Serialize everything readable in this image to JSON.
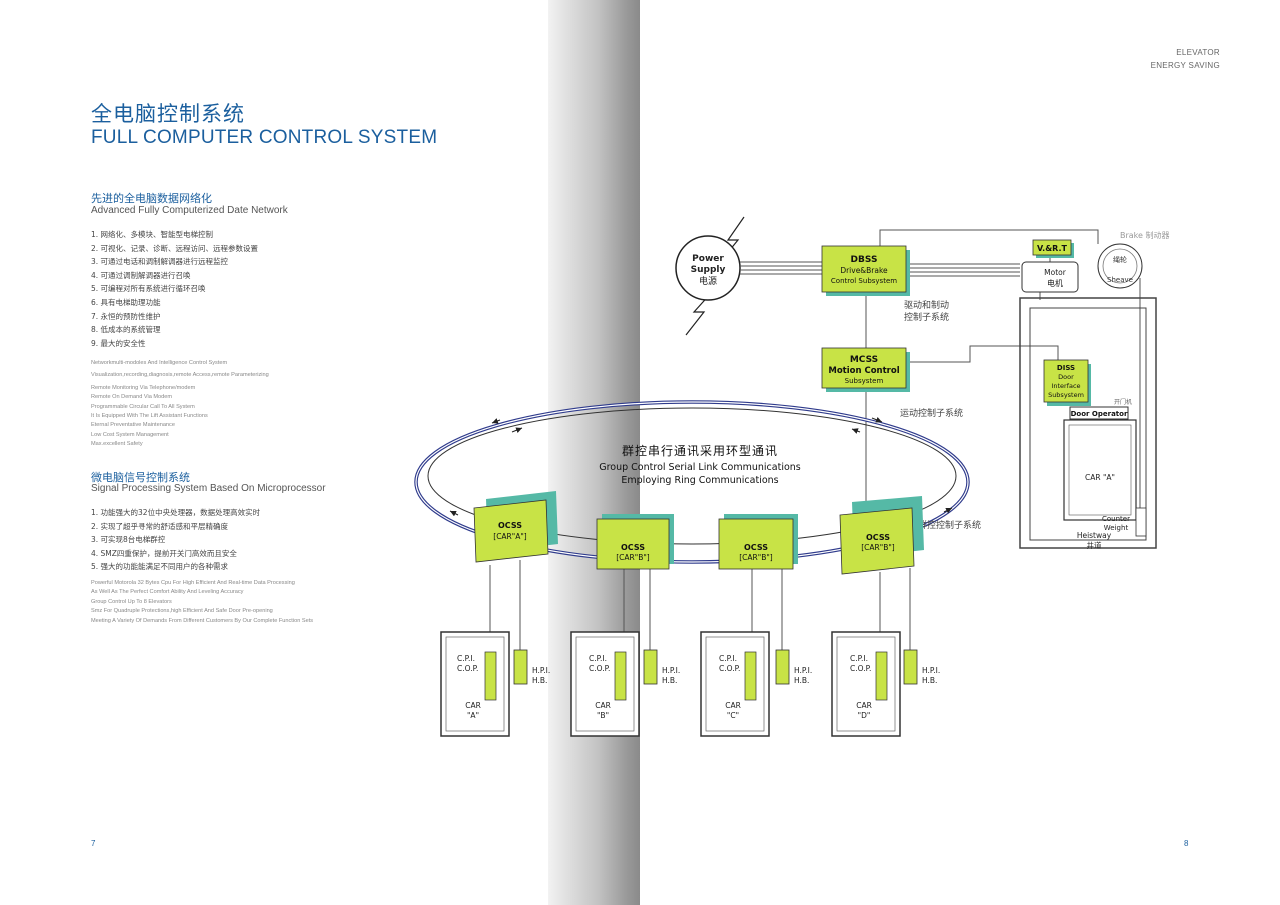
{
  "header": {
    "corner_line1": "ELEVATOR",
    "corner_line2": "ENERGY SAVING",
    "title_cn": "全电脑控制系统",
    "title_en": "FULL COMPUTER CONTROL SYSTEM"
  },
  "section1": {
    "title_cn": "先进的全电脑数据网络化",
    "title_en": "Advanced Fully Computerized Date Network",
    "items_cn": [
      "1. 网络化、多模块、智能型电梯控制",
      "2. 可视化、记录、诊断、远程访问、远程参数设置",
      "3. 可通过电话和调制解调器进行远程监控",
      "4. 可通过调制解调器进行召唤",
      "5. 可编程对所有系统进行循环召唤",
      "6. 具有电梯助理功能",
      "7. 永恒的预防性维护",
      "8. 低成本的系统管理",
      "9. 最大的安全性"
    ],
    "items_en": [
      "Networkmulti-modoles And Intelligence Control System",
      "Visualization,recording,diagnosis,remote Access,remote Parameterizing",
      "Remote Monitoring Via Telephone/modem",
      "Remote On Demand Via Modem",
      "Programmable Circular Call To All System",
      "It Is Equipped With The Lift Assistant Functions",
      "Eternal Preventative Maintenance",
      "Low Cost System Management",
      "Max.excellent Safety"
    ]
  },
  "section2": {
    "title_cn": "微电脑信号控制系统",
    "title_en": "Signal Processing System Based On Microprocessor",
    "items_cn": [
      "1. 功能强大的32位中央处理器，数据处理高效实时",
      "2. 实现了超乎寻常的舒适感和平层精确度",
      "3. 可实现8台电梯群控",
      "4. SMZ四重保护，提前开关门高效而且安全",
      "5. 强大的功能能满足不同用户的各种需求"
    ],
    "items_en": [
      "Powerful Motorola 32 Bytes Cpu For High Efficient And Real-time Data Processing",
      "As Well As The Perfect Comfort Ability And Leveling Accuracy",
      "Group Control Up To 8 Elevators",
      "Smz For Quadruple Protections,high Efficient And Safe Door Pre-opening",
      "Meeting A Variety Of Demands From Different Customers By Our Complete Function Sets"
    ]
  },
  "page_numbers": {
    "left": "7",
    "right": "8"
  },
  "diagram": {
    "power_supply": {
      "line1": "Power",
      "line2": "Supply",
      "line3": "电源"
    },
    "dbss": {
      "line1": "DBSS",
      "line2": "Drive&Brake",
      "line3": "Control Subsystem"
    },
    "dbss_caption": {
      "line1": "驱动和制动",
      "line2": "控制子系统"
    },
    "vrt": "V.&R.T",
    "motor": {
      "line1": "Motor",
      "line2": "电机"
    },
    "brake": "Brake 制动器",
    "sheave": {
      "line1": "绳轮",
      "line2": "Sheave"
    },
    "mcss": {
      "line1": "MCSS",
      "line2": "Motion Control",
      "line3": "Subsystem"
    },
    "mcss_caption": "运动控制子系统",
    "diss": {
      "line1": "DISS",
      "line2": "Door",
      "line3": "Interface",
      "line4": "Subsystem"
    },
    "door_operator_cn": "开门机",
    "door_operator": "Door Operator",
    "car_a_shaft": "CAR \"A\"",
    "counter_weight": {
      "line1": "Counter",
      "line2": "Weight"
    },
    "hoistway": {
      "line1": "Heistway",
      "line2": "井道"
    },
    "ring_title_cn": "群控串行通讯采用环型通讯",
    "ring_title_en1": "Group Control Serial Link Communications",
    "ring_title_en2": "Employing Ring Communications",
    "ocss_caption": "群控控制子系统",
    "ocss_units": [
      {
        "line1": "OCSS",
        "line2": "[CAR\"A\"]"
      },
      {
        "line1": "OCSS",
        "line2": "[CAR\"B\"]"
      },
      {
        "line1": "OCSS",
        "line2": "[CAR\"B\"]"
      },
      {
        "line1": "OCSS",
        "line2": "[CAR\"B\"]"
      }
    ],
    "cars": [
      {
        "cpi": "C.P.I.",
        "cop": "C.O.P.",
        "car": "CAR",
        "name": "\"A\"",
        "hpi": "H.P.I.",
        "hb": "H.B."
      },
      {
        "cpi": "C.P.I.",
        "cop": "C.O.P.",
        "car": "CAR",
        "name": "\"B\"",
        "hpi": "H.P.I.",
        "hb": "H.B."
      },
      {
        "cpi": "C.P.I.",
        "cop": "C.O.P.",
        "car": "CAR",
        "name": "\"C\"",
        "hpi": "H.P.I.",
        "hb": "H.B."
      },
      {
        "cpi": "C.P.I.",
        "cop": "C.O.P.",
        "car": "CAR",
        "name": "\"D\"",
        "hpi": "H.P.I.",
        "hb": "H.B."
      }
    ]
  },
  "colors": {
    "accent_blue": "#1b5f9e",
    "module_green": "#c8e346",
    "module_teal": "#55b9a6",
    "ring_navy": "#2f3b8c",
    "line_gray": "#555555"
  }
}
